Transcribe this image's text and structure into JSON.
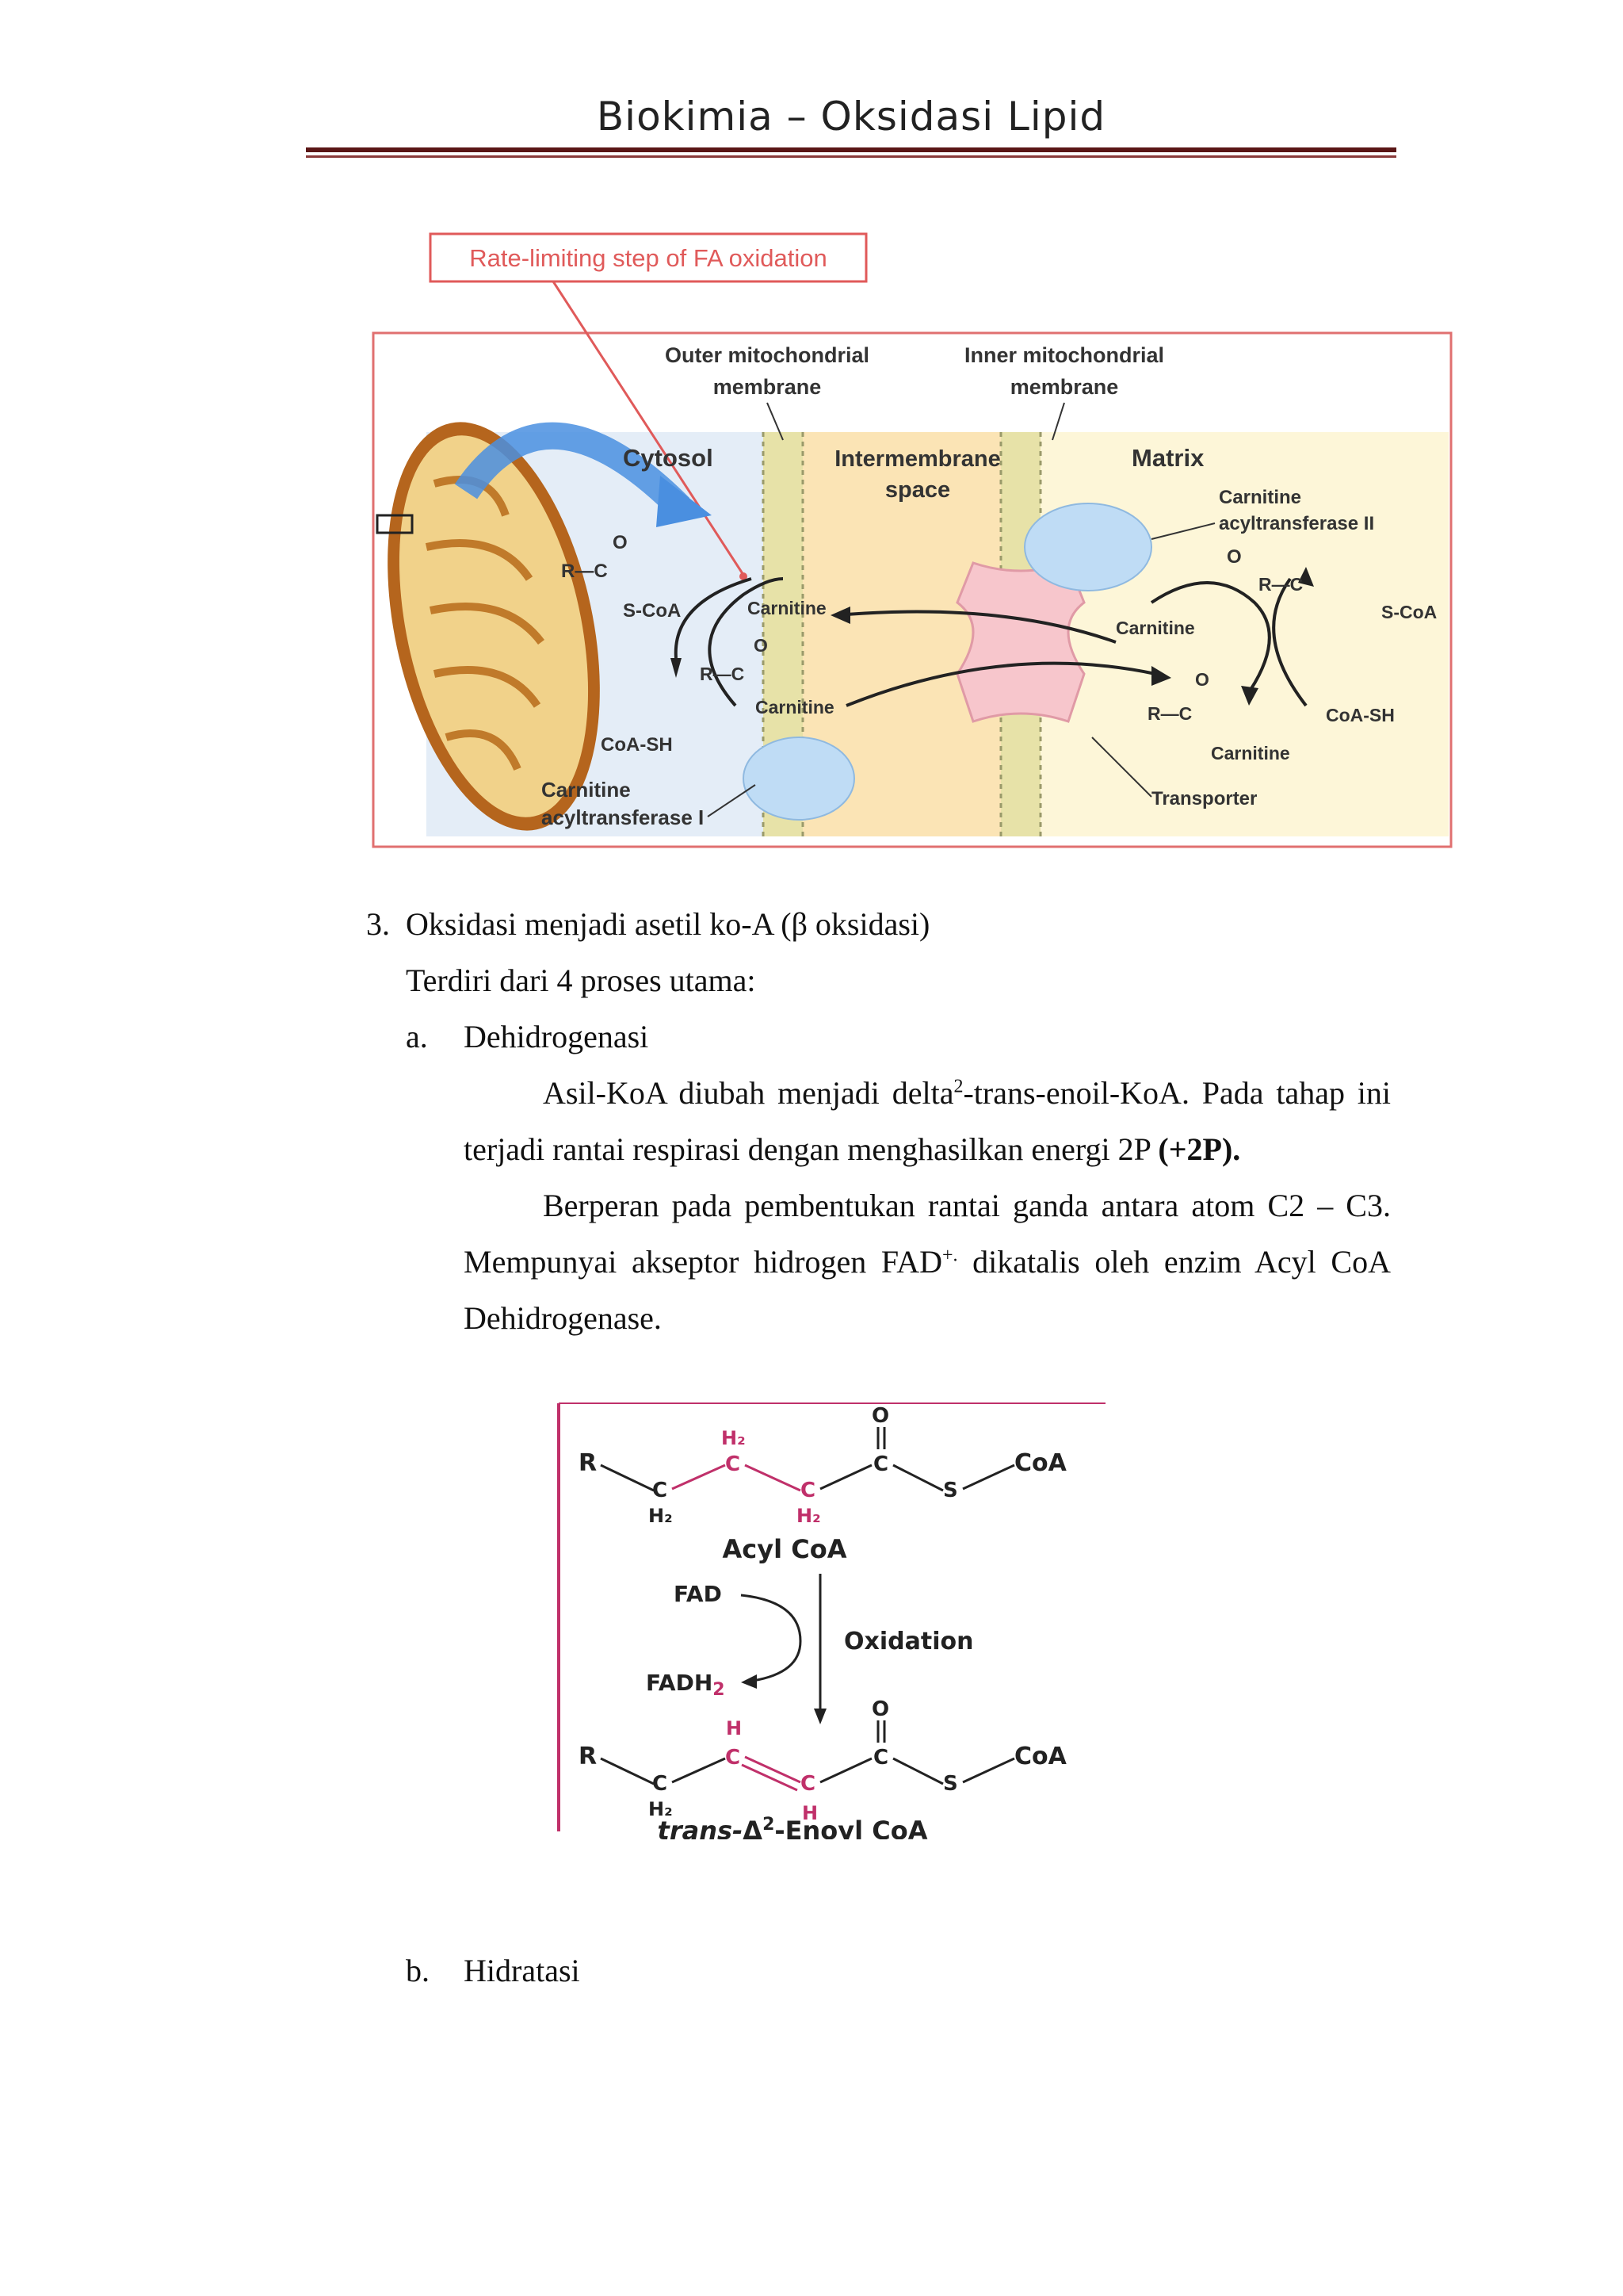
{
  "header": {
    "title": "Biokimia – Oksidasi Lipid"
  },
  "figure1": {
    "rate_label": "Rate-limiting step of FA oxidation",
    "outer_membrane_1": "Outer mitochondrial",
    "outer_membrane_2": "membrane",
    "inner_membrane_1": "Inner mitochondrial",
    "inner_membrane_2": "membrane",
    "cytosol": "Cytosol",
    "intermembrane_1": "Intermembrane",
    "intermembrane_2": "space",
    "matrix": "Matrix",
    "cat2_1": "Carnitine",
    "cat2_2": "acyltransferase II",
    "cat1_1": "Carnitine",
    "cat1_2": "acyltransferase I",
    "carnitine": "Carnitine",
    "coash": "CoA-SH",
    "scoa": "S-CoA",
    "rc": "R—C",
    "o": "O",
    "transporter": "Transporter"
  },
  "section3": {
    "number": "3.",
    "title": "Oksidasi menjadi asetil ko-A (β oksidasi)",
    "intro": "Terdiri dari 4 proses utama:",
    "item_a": {
      "label": "a.",
      "title": "Dehidrogenasi",
      "p1_a": "Asil-KoA diubah menjadi delta",
      "p1_sup": "2",
      "p1_b": "-trans-enoil-KoA. Pada tahap ini terjadi rantai respirasi dengan menghasilkan energi 2P ",
      "p1_bold": "(+2P).",
      "p2_a": "Berperan pada pembentukan rantai ganda antara atom C2 – C3. Mempunyai akseptor hidrogen FAD",
      "p2_sup": "+.",
      "p2_b": " dikatalis oleh enzim Acyl CoA Dehidrogenase."
    },
    "item_b": {
      "label": "b.",
      "title": "Hidratasi"
    }
  },
  "figure2": {
    "acyl_coa": "Acyl CoA",
    "enoyl_coa_prefix": "trans-",
    "enoyl_coa_delta": "Δ",
    "enoyl_coa_sup": "2",
    "enoyl_coa_suffix": "-Enoyl CoA",
    "fad": "FAD",
    "fadh2_a": "FADH",
    "fadh2_b": "2",
    "oxidation": "Oxidation",
    "r": "R",
    "s": "S",
    "coa": "CoA",
    "o": "O",
    "c": "C",
    "h": "H",
    "h2": "H₂"
  },
  "colors": {
    "accent_red": "#e05a5a",
    "magenta": "#c0306a",
    "header_rule": "#5a1616"
  }
}
